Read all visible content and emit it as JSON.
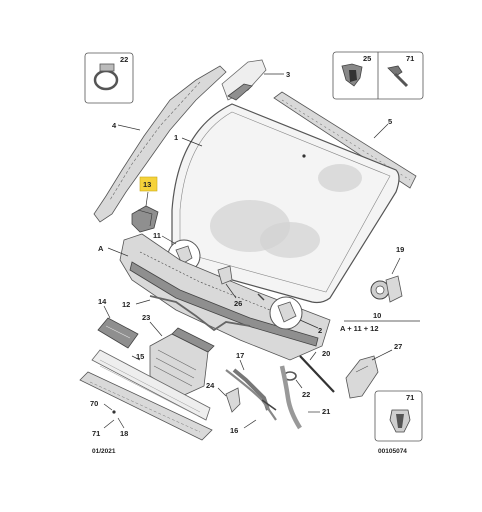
{
  "labels": {
    "l22": "22",
    "l25": "25",
    "l71a": "71",
    "l3": "3",
    "l4": "4",
    "l1": "1",
    "l5": "5",
    "l13": "13",
    "lA": "A",
    "l11": "11",
    "l19": "19",
    "l26": "26",
    "l10": "10",
    "l_eq": "A + 11 + 12",
    "l2": "2",
    "l14": "14",
    "l12": "12",
    "l23": "23",
    "l15": "15",
    "l17": "17",
    "l20": "20",
    "l27": "27",
    "l24": "24",
    "l22b": "22",
    "l70": "70",
    "l71b": "71",
    "l18": "18",
    "l21": "21",
    "l16": "16",
    "l71c": "71"
  },
  "date_code": "01/2021",
  "ref_code": "00105074",
  "colors": {
    "highlight": "#f5d23a",
    "line": "#333333",
    "part_fill": "#d9d9d9",
    "part_dark": "#8f8f8f"
  }
}
